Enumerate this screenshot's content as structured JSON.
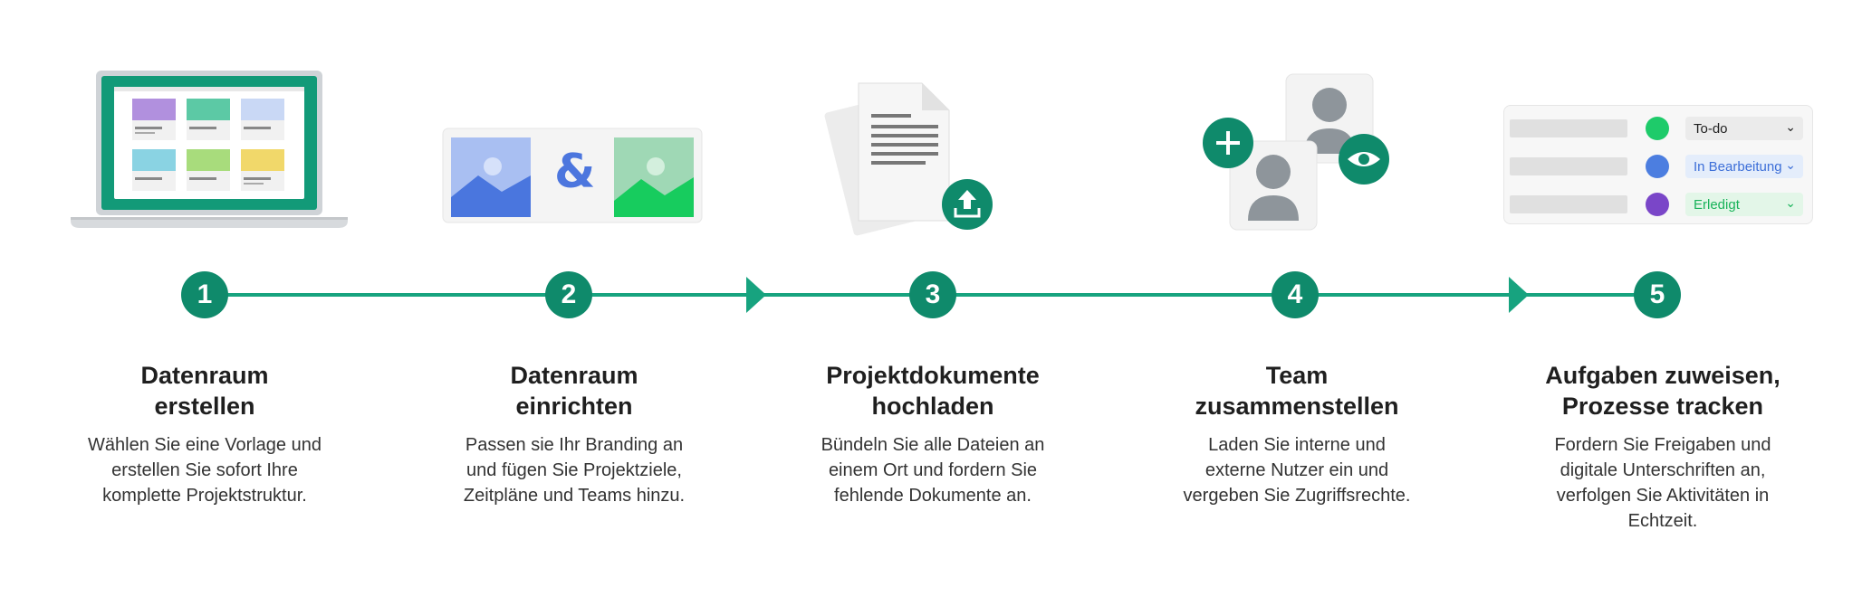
{
  "steps": [
    {
      "number": "1",
      "title": "Datenraum\nerstellen",
      "description": "Wählen Sie eine Vorlage und\nerstellen Sie sofort Ihre\nkomplette Projektstruktur."
    },
    {
      "number": "2",
      "title": "Datenraum\neinrichten",
      "description": "Passen sie Ihr Branding an\nund fügen Sie Projektziele,\nZeitpläne und Teams hinzu."
    },
    {
      "number": "3",
      "title": "Projektdokumente\nhochladen",
      "description": "Bündeln Sie alle Dateien an\neinem Ort und fordern Sie\nfehlende Dokumente an."
    },
    {
      "number": "4",
      "title": "Team\nzusammenstellen",
      "description": "Laden Sie interne und\nexterne Nutzer ein und\nvergeben Sie Zugriffsrechte."
    },
    {
      "number": "5",
      "title": "Aufgaben zuweisen,\nProzesse tracken",
      "description": "Fordern Sie Freigaben und\ndigitale Unterschriften an,\nverfolgen Sie Aktivitäten in\nEchtzeit."
    }
  ],
  "branding_symbol": "&",
  "status_options": [
    {
      "label": "To-do",
      "dot_color": "#1ecb6a",
      "text_color": "#1f1f1f",
      "bg": "#ebebeb"
    },
    {
      "label": "In Bearbeitung",
      "dot_color": "#4c7ee0",
      "text_color": "#3d6fd8",
      "bg": "#e4edfb"
    },
    {
      "label": "Erledigt",
      "dot_color": "#7a46c8",
      "text_color": "#19b35a",
      "bg": "#e3f6e8"
    }
  ],
  "colors": {
    "accent": "#17a37f",
    "accent_dark": "#0f8a6b"
  }
}
